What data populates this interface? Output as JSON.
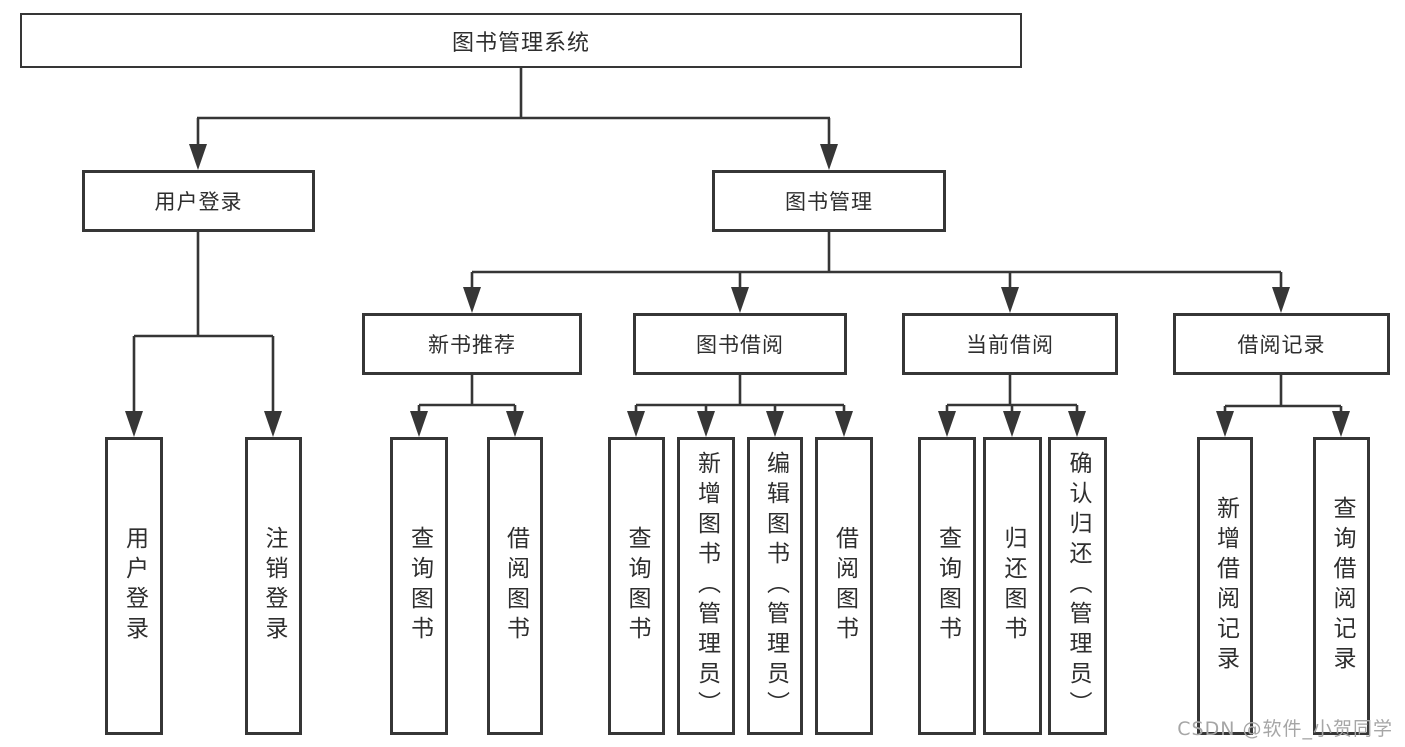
{
  "diagram": {
    "root": {
      "label": "图书管理系统"
    },
    "level2": [
      {
        "id": "user-login",
        "label": "用户登录"
      },
      {
        "id": "book-management",
        "label": "图书管理"
      }
    ],
    "level3": [
      {
        "id": "new-book-recommend",
        "label": "新书推荐"
      },
      {
        "id": "book-borrowing",
        "label": "图书借阅"
      },
      {
        "id": "current-borrowing",
        "label": "当前借阅"
      },
      {
        "id": "borrow-records",
        "label": "借阅记录"
      }
    ],
    "leaves": {
      "user_login": [
        {
          "label": "用户登录"
        },
        {
          "label": "注销登录"
        }
      ],
      "new_book": [
        {
          "label": "查询图书"
        },
        {
          "label": "借阅图书"
        }
      ],
      "book_borrow": [
        {
          "label": "查询图书"
        },
        {
          "label": "新增图书（管理员）"
        },
        {
          "label": "编辑图书（管理员）"
        },
        {
          "label": "借阅图书"
        }
      ],
      "current_borrow": [
        {
          "label": "查询图书"
        },
        {
          "label": "归还图书"
        },
        {
          "label": "确认归还（管理员）"
        }
      ],
      "borrow_record": [
        {
          "label": "新增借阅记录"
        },
        {
          "label": "查询借阅记录"
        }
      ]
    }
  },
  "watermark": {
    "text": "CSDN @软件_小贺同学"
  },
  "colors": {
    "line": "#363636",
    "box_border": "#363636",
    "text": "#2e2e2e",
    "watermark": "#a6a6a6",
    "background": "#ffffff"
  }
}
